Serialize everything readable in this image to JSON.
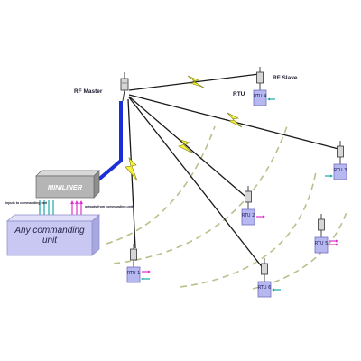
{
  "labels": {
    "rf_master": "RF Master",
    "rf_slave": "RF Slave",
    "rtu_heading": "RTU",
    "miniliner": "MINILINER",
    "commanding_unit": "Any commanding unit",
    "inputs_note": "inputs to commanding unit",
    "outputs_note": "outputs from commanding unit"
  },
  "rtus": [
    {
      "label": "RTU 4"
    },
    {
      "label": "RTU 3"
    },
    {
      "label": "RTU 2"
    },
    {
      "label": "RTU 1"
    },
    {
      "label": "RTU 5"
    },
    {
      "label": "RTU 6"
    }
  ],
  "colors": {
    "wired_link": "#1a2fd6",
    "radio_link": "#1a1a1a",
    "lightning": "#f5f03c",
    "range_arc": "#b9c08a",
    "rtu_box": "#b8b8f0",
    "commanding_unit": "#c8c8f2",
    "miniliner": "#b5b5b5",
    "input_arrows": "#19a6a6",
    "output_arrows": "#e030d0"
  },
  "icons": {
    "antenna": "antenna-icon",
    "lightning": "lightning-icon",
    "arrow": "arrow-icon"
  }
}
